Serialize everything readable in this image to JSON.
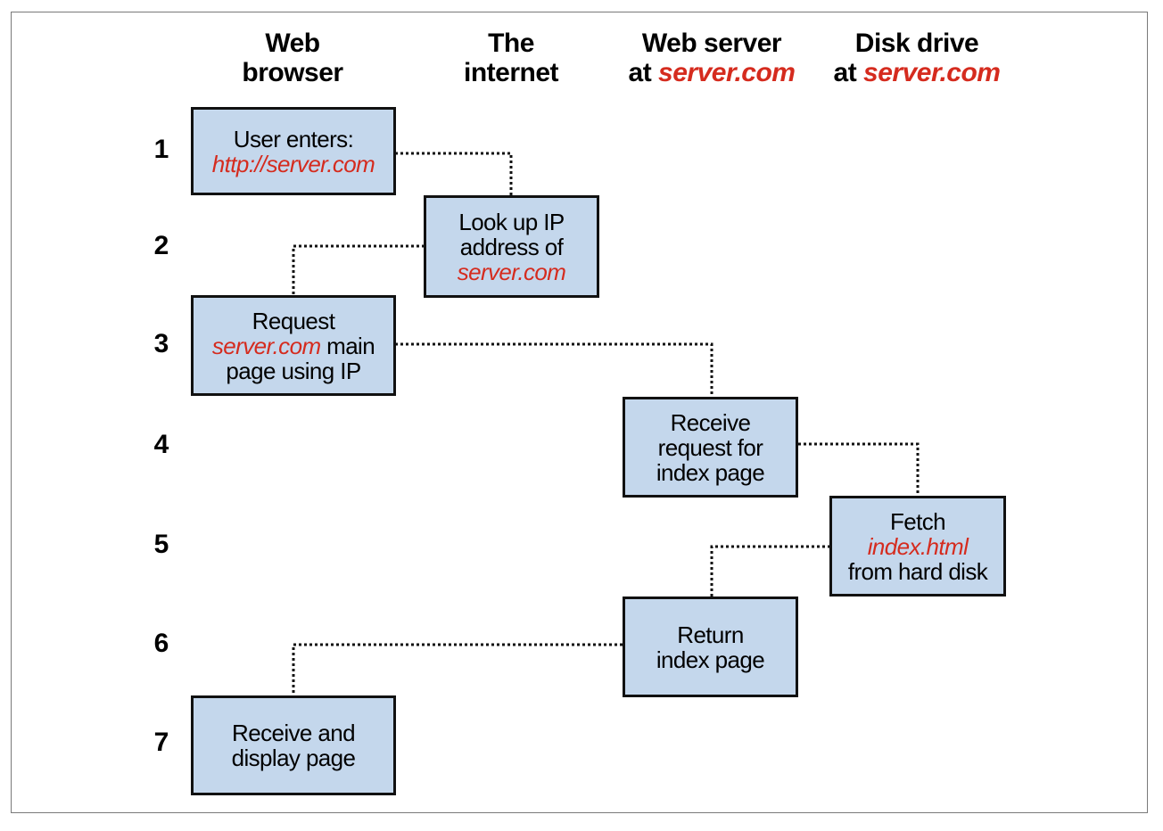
{
  "columns": [
    {
      "lines": [
        {
          "plain": "Web",
          "red": ""
        },
        {
          "plain": "browser",
          "red": ""
        }
      ]
    },
    {
      "lines": [
        {
          "plain": "The",
          "red": ""
        },
        {
          "plain": "internet",
          "red": ""
        }
      ]
    },
    {
      "lines": [
        {
          "plain": "Web server",
          "red": ""
        },
        {
          "plain": "at ",
          "red": "server.com"
        }
      ]
    },
    {
      "lines": [
        {
          "plain": "Disk drive",
          "red": ""
        },
        {
          "plain": "at ",
          "red": "server.com"
        }
      ]
    }
  ],
  "rows": [
    "1",
    "2",
    "3",
    "4",
    "5",
    "6",
    "7"
  ],
  "steps": [
    {
      "lines": [
        {
          "pre": "User enters:",
          "red": "",
          "post": ""
        },
        {
          "pre": "",
          "red": "http://server.com",
          "post": ""
        }
      ]
    },
    {
      "lines": [
        {
          "pre": "Look up IP",
          "red": "",
          "post": ""
        },
        {
          "pre": "address of",
          "red": "",
          "post": ""
        },
        {
          "pre": "",
          "red": "server.com",
          "post": ""
        }
      ]
    },
    {
      "lines": [
        {
          "pre": "Request",
          "red": "",
          "post": ""
        },
        {
          "pre": "",
          "red": "server.com",
          "post": " main"
        },
        {
          "pre": "page using IP",
          "red": "",
          "post": ""
        }
      ]
    },
    {
      "lines": [
        {
          "pre": "Receive",
          "red": "",
          "post": ""
        },
        {
          "pre": "request for",
          "red": "",
          "post": ""
        },
        {
          "pre": "index page",
          "red": "",
          "post": ""
        }
      ]
    },
    {
      "lines": [
        {
          "pre": "Fetch",
          "red": "",
          "post": ""
        },
        {
          "pre": "",
          "red": "index.html",
          "post": ""
        },
        {
          "pre": "from hard disk",
          "red": "",
          "post": ""
        }
      ]
    },
    {
      "lines": [
        {
          "pre": "Return",
          "red": "",
          "post": ""
        },
        {
          "pre": "index page",
          "red": "",
          "post": ""
        }
      ]
    },
    {
      "lines": [
        {
          "pre": "Receive and",
          "red": "",
          "post": ""
        },
        {
          "pre": "display page",
          "red": "",
          "post": ""
        }
      ]
    }
  ],
  "colors": {
    "box_fill": "#c4d7ec",
    "accent_red": "#d52b1e",
    "border": "#111111"
  }
}
